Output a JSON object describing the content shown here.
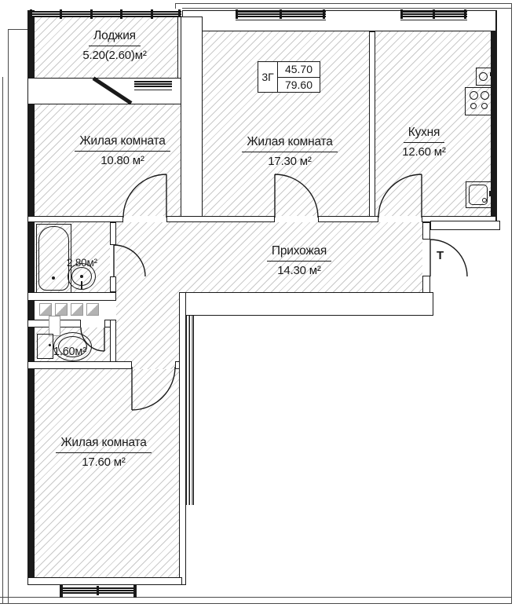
{
  "colors": {
    "line": "#1a1a1a",
    "hatch": "#c9c9c9",
    "vent_gray": "#b3b3b3"
  },
  "stamp": {
    "type_label": "3Г",
    "living_area": "45.70",
    "total_area": "79.60"
  },
  "rooms": {
    "loggia": {
      "name": "Лоджия",
      "area": "5.20(2.60)м²"
    },
    "living1": {
      "name": "Жилая комната",
      "area": "10.80 м²"
    },
    "living2": {
      "name": "Жилая комната",
      "area": "17.30 м²"
    },
    "kitchen": {
      "name": "Кухня",
      "area": "12.60 м²"
    },
    "hall": {
      "name": "Прихожая",
      "area": "14.30 м²"
    },
    "bath": {
      "area": "2.80м²"
    },
    "wc": {
      "area": "1.60м²"
    },
    "living3": {
      "name": "Жилая комната",
      "area": "17.60 м²"
    }
  },
  "entrance_mark": "Т"
}
